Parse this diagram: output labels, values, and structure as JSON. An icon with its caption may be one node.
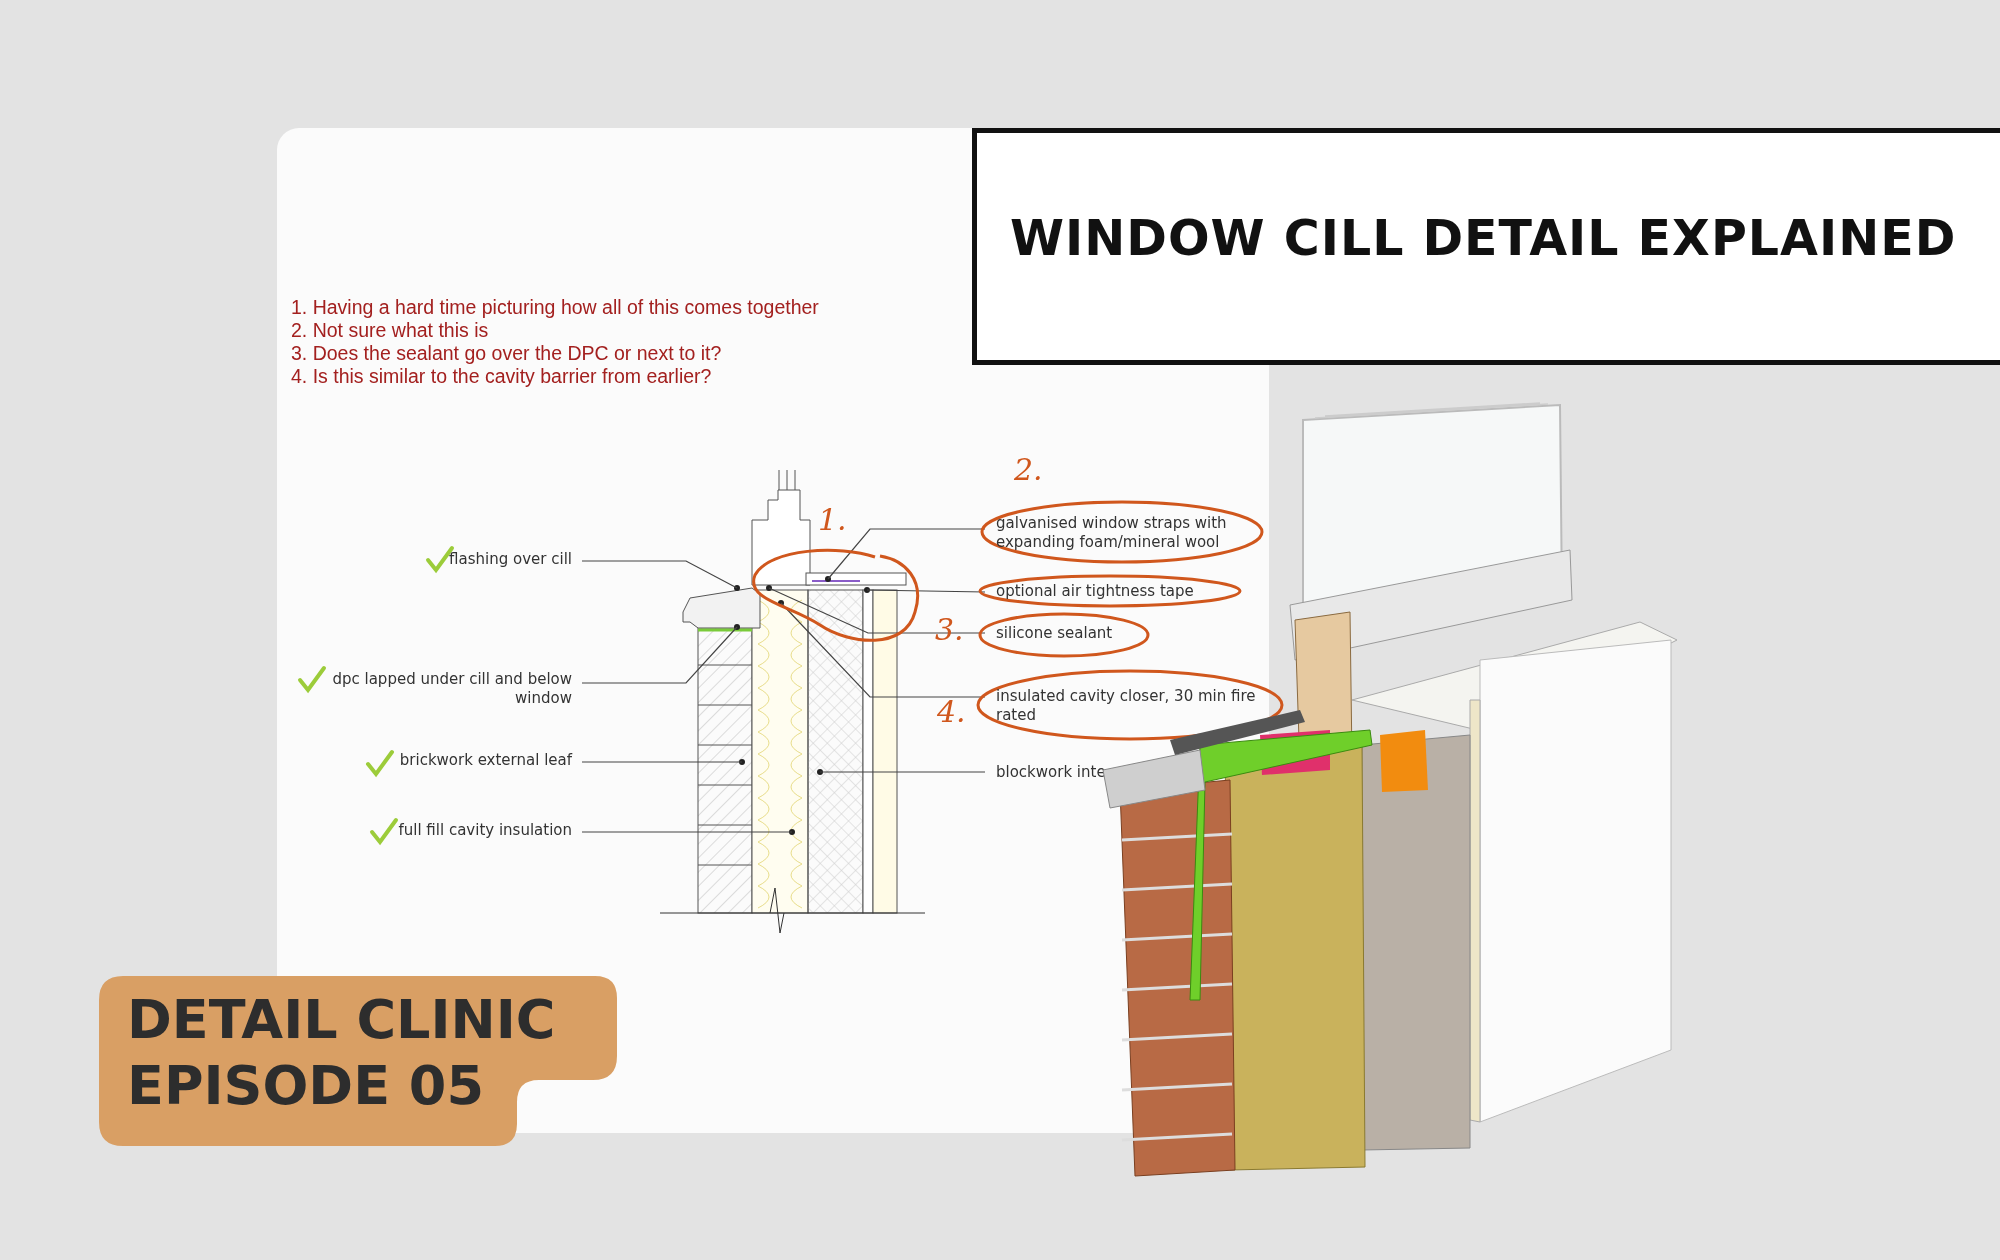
{
  "diagram": {
    "title": "WINDOW CILL DETAIL EXPLAINED",
    "nodes": [
      {
        "text": [
          "flashing over cill"
        ]
      },
      {
        "text": [
          "dpc lapped under cill and below window"
        ]
      },
      {
        "text": [
          "brickwork external leaf"
        ]
      },
      {
        "text": [
          "full fill cavity insulation"
        ]
      },
      {
        "text": [
          "galvanised window straps with expanding foam/mineral wool"
        ]
      },
      {
        "text": [
          "optional air tightness tape"
        ]
      },
      {
        "text": [
          "silicone sealant"
        ]
      },
      {
        "text": [
          "insulated cavity closer, 30 min fire rated"
        ]
      },
      {
        "text": [
          "blockwork inte"
        ]
      },
      {
        "text": [
          "DETAIL CLINIC",
          "EPISODE 05"
        ]
      }
    ],
    "edges": [
      {
        "from": 0,
        "to": null,
        "arrow": "none"
      },
      {
        "from": 1,
        "to": null,
        "arrow": "none"
      },
      {
        "from": 2,
        "to": null,
        "arrow": "none"
      },
      {
        "from": 3,
        "to": null,
        "arrow": "none"
      },
      {
        "from": 4,
        "to": null,
        "arrow": "none"
      },
      {
        "from": 5,
        "to": null,
        "arrow": "none"
      },
      {
        "from": 6,
        "to": null,
        "arrow": "none"
      },
      {
        "from": 7,
        "to": null,
        "arrow": "none"
      },
      {
        "from": 8,
        "to": null,
        "arrow": "none"
      }
    ],
    "labels": [
      "1. Having a hard time picturing how all of this comes together",
      "2. Not sure what this is",
      "3. Does the sealant go over the DPC or next to it?",
      "4. Is this similar to the cavity barrier from earlier?",
      "2.",
      "1.",
      "3.",
      "4."
    ]
  }
}
